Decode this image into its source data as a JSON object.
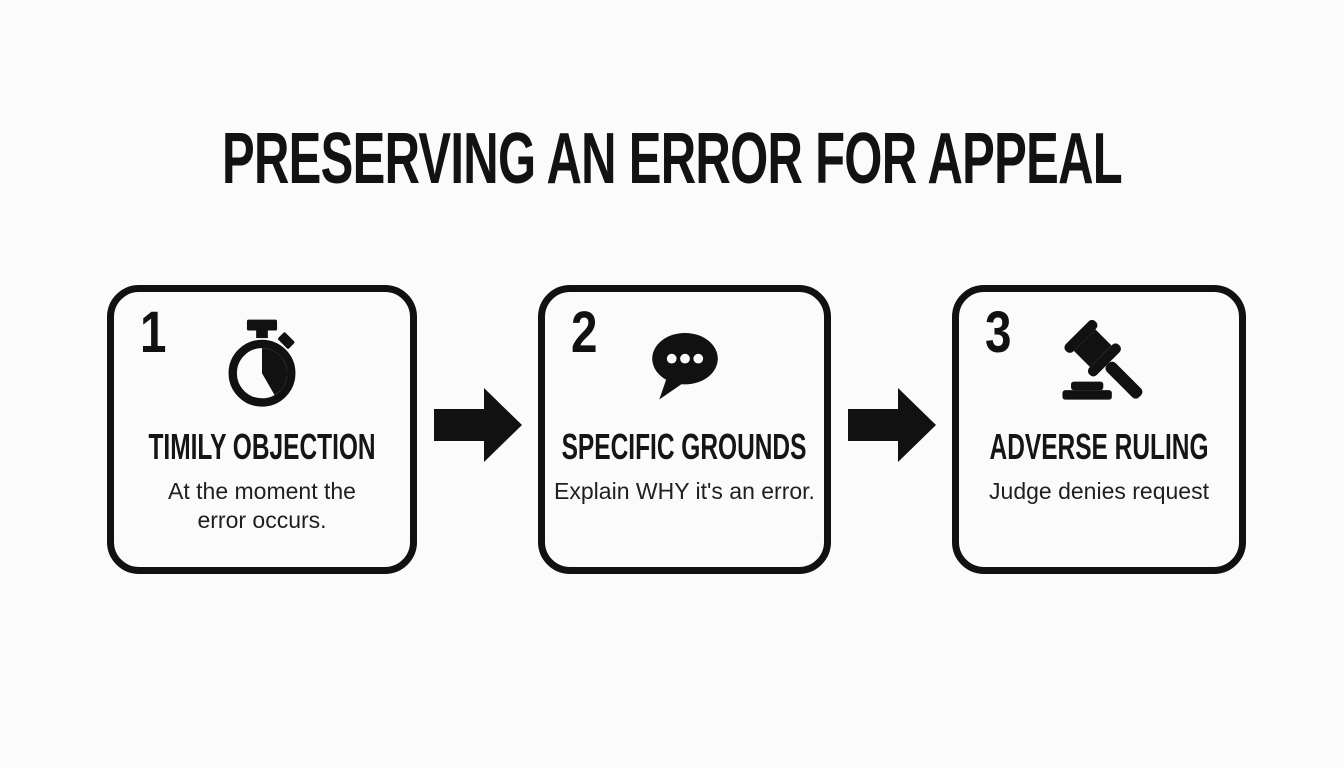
{
  "title": "PRESERVING AN ERROR FOR APPEAL",
  "colors": {
    "ink": "#111111",
    "background": "#fbfbfb"
  },
  "steps": [
    {
      "number": "1",
      "icon": "stopwatch-icon",
      "heading": "TIMILY OBJECTION",
      "description": "At the moment the error occurs."
    },
    {
      "number": "2",
      "icon": "speech-bubble-icon",
      "heading": "SPECIFIC GROUNDS",
      "description": "Explain WHY it's an error."
    },
    {
      "number": "3",
      "icon": "gavel-icon",
      "heading": "ADVERSE RULING",
      "description": "Judge denies request"
    }
  ]
}
